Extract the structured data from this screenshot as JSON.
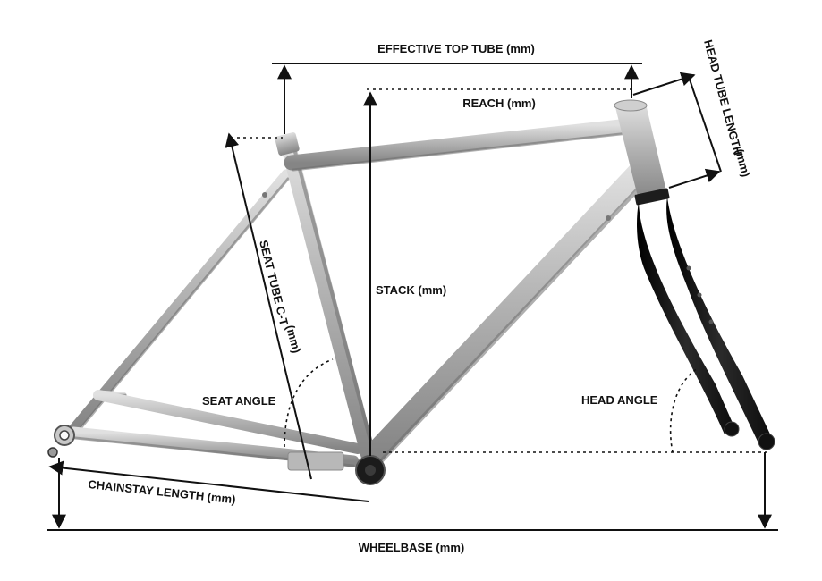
{
  "labels": {
    "effective_top_tube": "EFFECTIVE TOP TUBE (mm)",
    "reach": "REACH (mm)",
    "head_tube_length": "HEAD TUBE LENGTH",
    "head_tube_unit": "(mm)",
    "seat_tube": "SEAT TUBE C-T",
    "seat_tube_unit": "(mm)",
    "stack": "STACK (mm)",
    "seat_angle": "SEAT ANGLE",
    "head_angle": "HEAD ANGLE",
    "chainstay_length": "CHAINSTAY LENGTH (mm)",
    "wheelbase": "WHEELBASE (mm)"
  },
  "colors": {
    "tube_light": "#d6d6d6",
    "tube_mid": "#a8a8a8",
    "tube_dark": "#7a7a7a",
    "fork": "#1b1b1b",
    "ink": "#111111"
  }
}
